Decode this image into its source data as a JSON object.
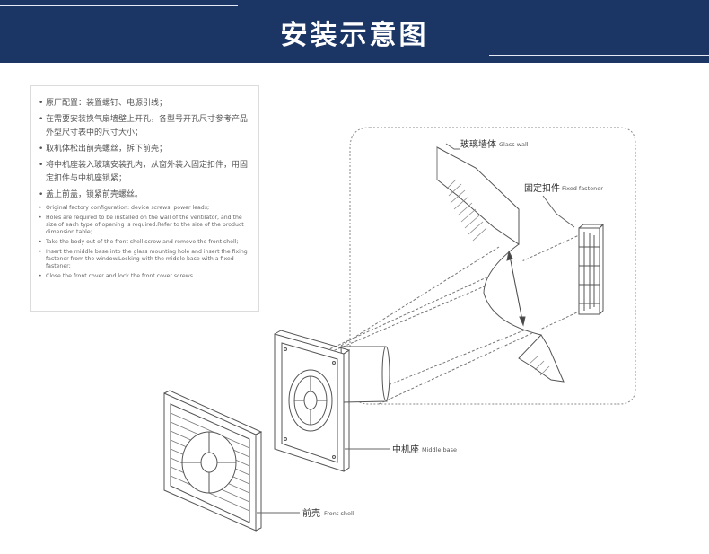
{
  "header": {
    "title": "安装示意图",
    "background_color": "#1b3564",
    "text_color": "#ffffff"
  },
  "instructions": {
    "zh": [
      "原厂配置：装置螺钉、电源引线；",
      "在需要安装换气扇墙壁上开孔，各型号开孔尺寸参考产品外型尺寸表中的尺寸大小；",
      "取机体松出前壳螺丝，拆下前壳；",
      "将中机座装入玻璃安装孔内，从窗外装入固定扣件，用固定扣件与中机座锁紧；",
      "盖上前盖，锁紧前壳螺丝。"
    ],
    "en": [
      "Original factory configuration: device screws, power leads;",
      "Holes are required to be installed on the wall of the ventilator, and the size of each type of opening is required.Refer to the size of the product dimension table;",
      "Take the body out of the front shell screw and remove the front shell;",
      "Insert the middle base into the glass mounting hole and insert the fixing fastener from the window.Locking with the middle base with a fixed fastener;",
      "Close the front cover and lock the front cover screws."
    ]
  },
  "labels": {
    "glass_wall": {
      "zh": "玻璃墙体",
      "en": "Glass wall"
    },
    "fixed_fastener": {
      "zh": "固定扣件",
      "en": "Fixed fastener"
    },
    "middle_base": {
      "zh": "中机座",
      "en": "Middle base"
    },
    "front_shell": {
      "zh": "前壳",
      "en": "Front shell"
    }
  },
  "colors": {
    "line": "#555555",
    "hatch": "#888888"
  }
}
